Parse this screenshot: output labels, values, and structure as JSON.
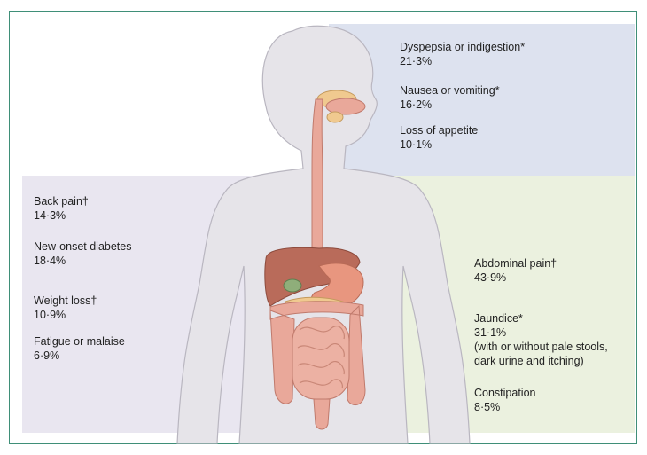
{
  "symptoms_upper": [
    {
      "name": "Dyspepsia or indigestion*",
      "value": "21·3%"
    },
    {
      "name": "Nausea or vomiting*",
      "value": "16·2%"
    },
    {
      "name": "Loss of appetite",
      "value": "10·1%"
    }
  ],
  "symptoms_left": [
    {
      "name": "Back pain†",
      "value": "14·3%"
    },
    {
      "name": "New-onset diabetes",
      "value": "18·4%"
    },
    {
      "name": "Weight loss†",
      "value": "10·9%"
    },
    {
      "name": "Fatigue or malaise",
      "value": "6·9%"
    }
  ],
  "symptoms_right": [
    {
      "name": "Abdominal pain†",
      "value": "43·9%"
    },
    {
      "name": "Jaundice*",
      "value": "31·1%",
      "note_1": "(with or without pale stools,",
      "note_2": "dark urine and itching)"
    },
    {
      "name": "Constipation",
      "value": "8·5%"
    }
  ],
  "colors": {
    "border": "#3f8f78",
    "upper_panel": "#dde2ef",
    "left_panel": "#e9e6f0",
    "right_panel": "#ebf1df",
    "body": "#e6e4e9",
    "organs": "#e9a89a",
    "liver": "#b96b5a",
    "stomach": "#e8967f",
    "gallbladder": "#8fae7a",
    "pancreas": "#f0c98f"
  }
}
